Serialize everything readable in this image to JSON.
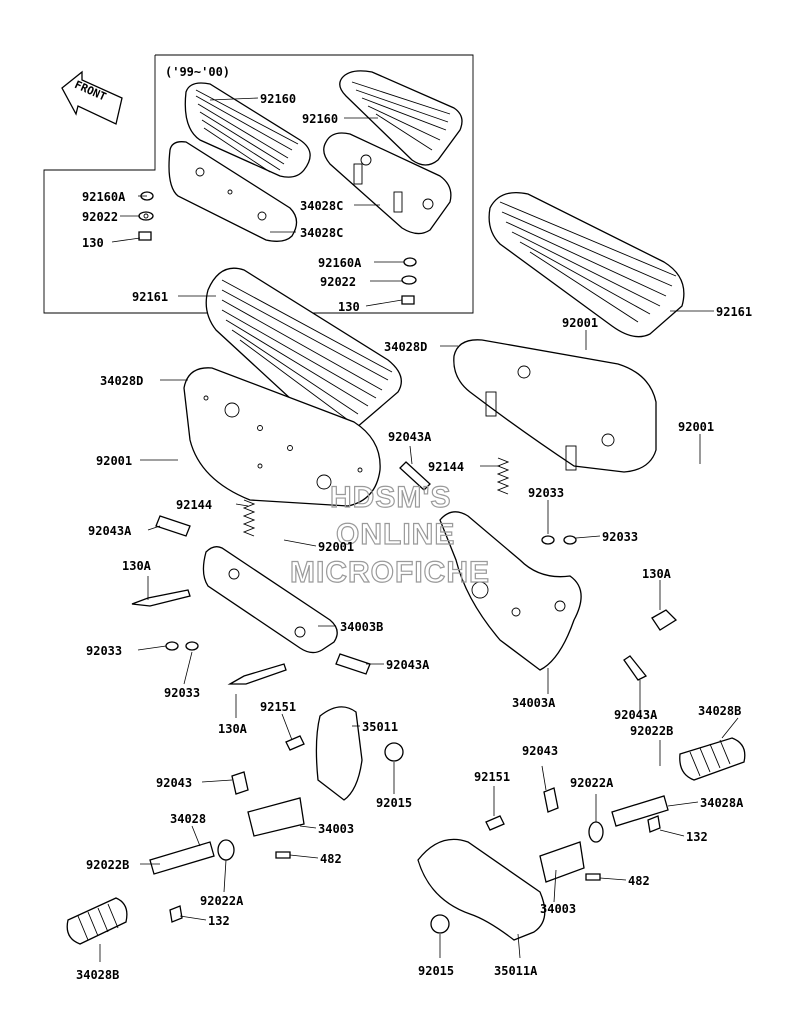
{
  "front_arrow": {
    "text": "FRONT",
    "icon": "front-arrow-icon"
  },
  "inset": {
    "years_label": "('99~'00)"
  },
  "watermark": {
    "line1": "HDSM'S",
    "line2": "ONLINE",
    "line3": "MICROFICHE"
  },
  "labels": {
    "l92160_a": "92160",
    "l92160_b": "92160",
    "l92160A_a": "92160A",
    "l92022_a": "92022",
    "l130_a": "130",
    "l34028C_a": "34028C",
    "l34028C_b": "34028C",
    "l92160A_b": "92160A",
    "l92022_b": "92022",
    "l130_b": "130",
    "l92161_a": "92161",
    "l92161_b": "92161",
    "l34028D_a": "34028D",
    "l34028D_b": "34028D",
    "l92001_a": "92001",
    "l92001_b": "92001",
    "l92001_c": "92001",
    "l92001_d": "92001",
    "l92043A_a": "92043A",
    "l92043A_b": "92043A",
    "l92043A_c": "92043A",
    "l92043A_d": "92043A",
    "l92144_a": "92144",
    "l92144_b": "92144",
    "l92033_a": "92033",
    "l92033_b": "92033",
    "l92033_c": "92033",
    "l92033_d": "92033",
    "l130A_a": "130A",
    "l130A_b": "130A",
    "l130A_c": "130A",
    "l34003B": "34003B",
    "l34003A": "34003A",
    "l92151_a": "92151",
    "l92151_b": "92151",
    "l35011": "35011",
    "l92015_a": "92015",
    "l92015_b": "92015",
    "l92043_a": "92043",
    "l92043_b": "92043",
    "l34003_a": "34003",
    "l34003_b": "34003",
    "l482_a": "482",
    "l482_b": "482",
    "l34028": "34028",
    "l92022B_a": "92022B",
    "l92022B_b": "92022B",
    "l92022A_a": "92022A",
    "l92022A_b": "92022A",
    "l132_a": "132",
    "l132_b": "132",
    "l34028B_a": "34028B",
    "l34028B_b": "34028B",
    "l34028A": "34028A",
    "l35011A": "35011A"
  }
}
